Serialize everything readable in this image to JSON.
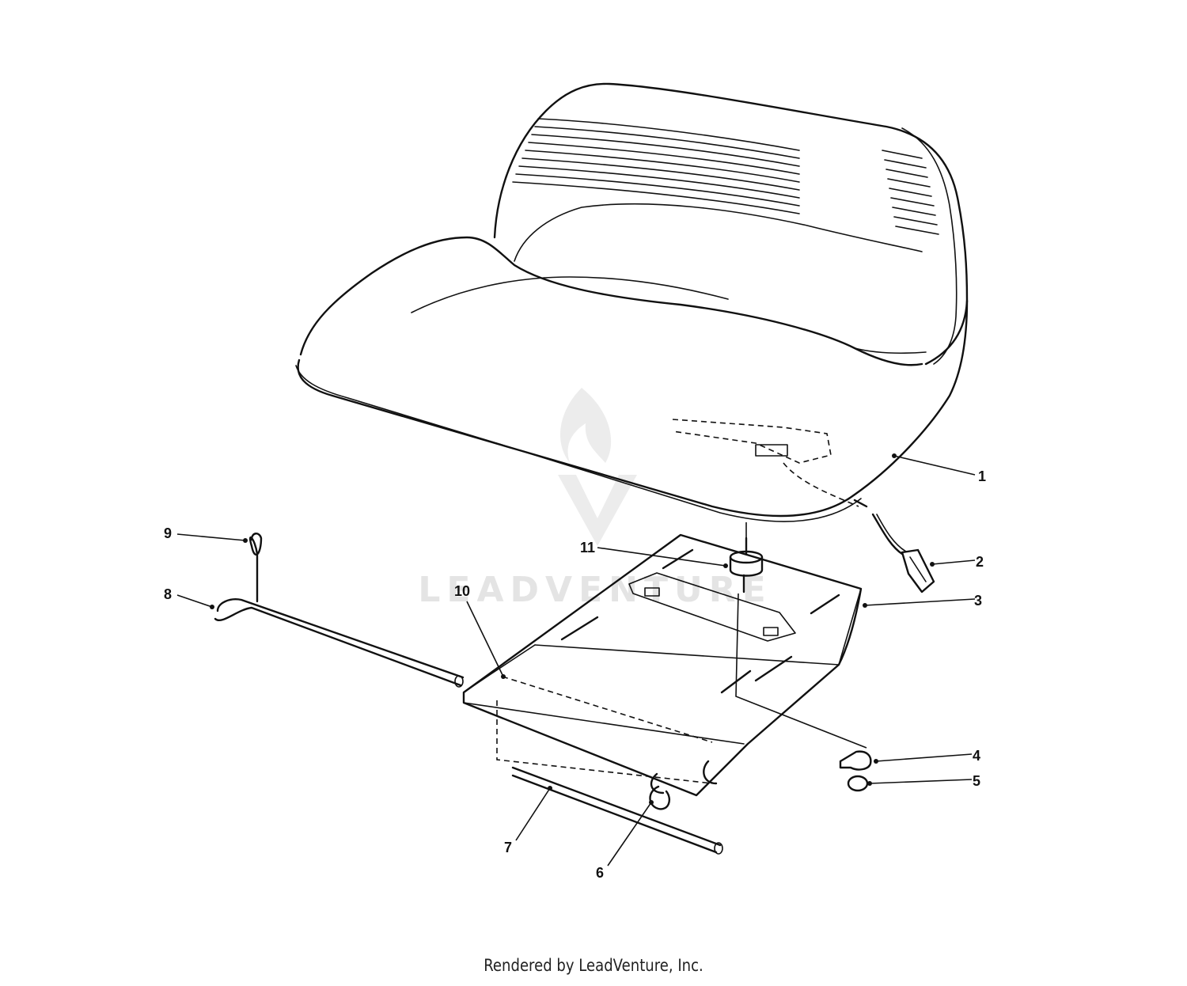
{
  "callouts": [
    {
      "id": "1",
      "label": "1"
    },
    {
      "id": "2",
      "label": "2"
    },
    {
      "id": "3",
      "label": "3"
    },
    {
      "id": "4",
      "label": "4"
    },
    {
      "id": "5",
      "label": "5"
    },
    {
      "id": "6",
      "label": "6"
    },
    {
      "id": "7",
      "label": "7"
    },
    {
      "id": "8",
      "label": "8"
    },
    {
      "id": "9",
      "label": "9"
    },
    {
      "id": "10",
      "label": "10"
    },
    {
      "id": "11",
      "label": "11"
    }
  ],
  "watermark": {
    "text": "LEADVENTURE",
    "icon": "flame-logo-icon"
  },
  "footer": {
    "text": "Rendered by LeadVenture, Inc."
  }
}
